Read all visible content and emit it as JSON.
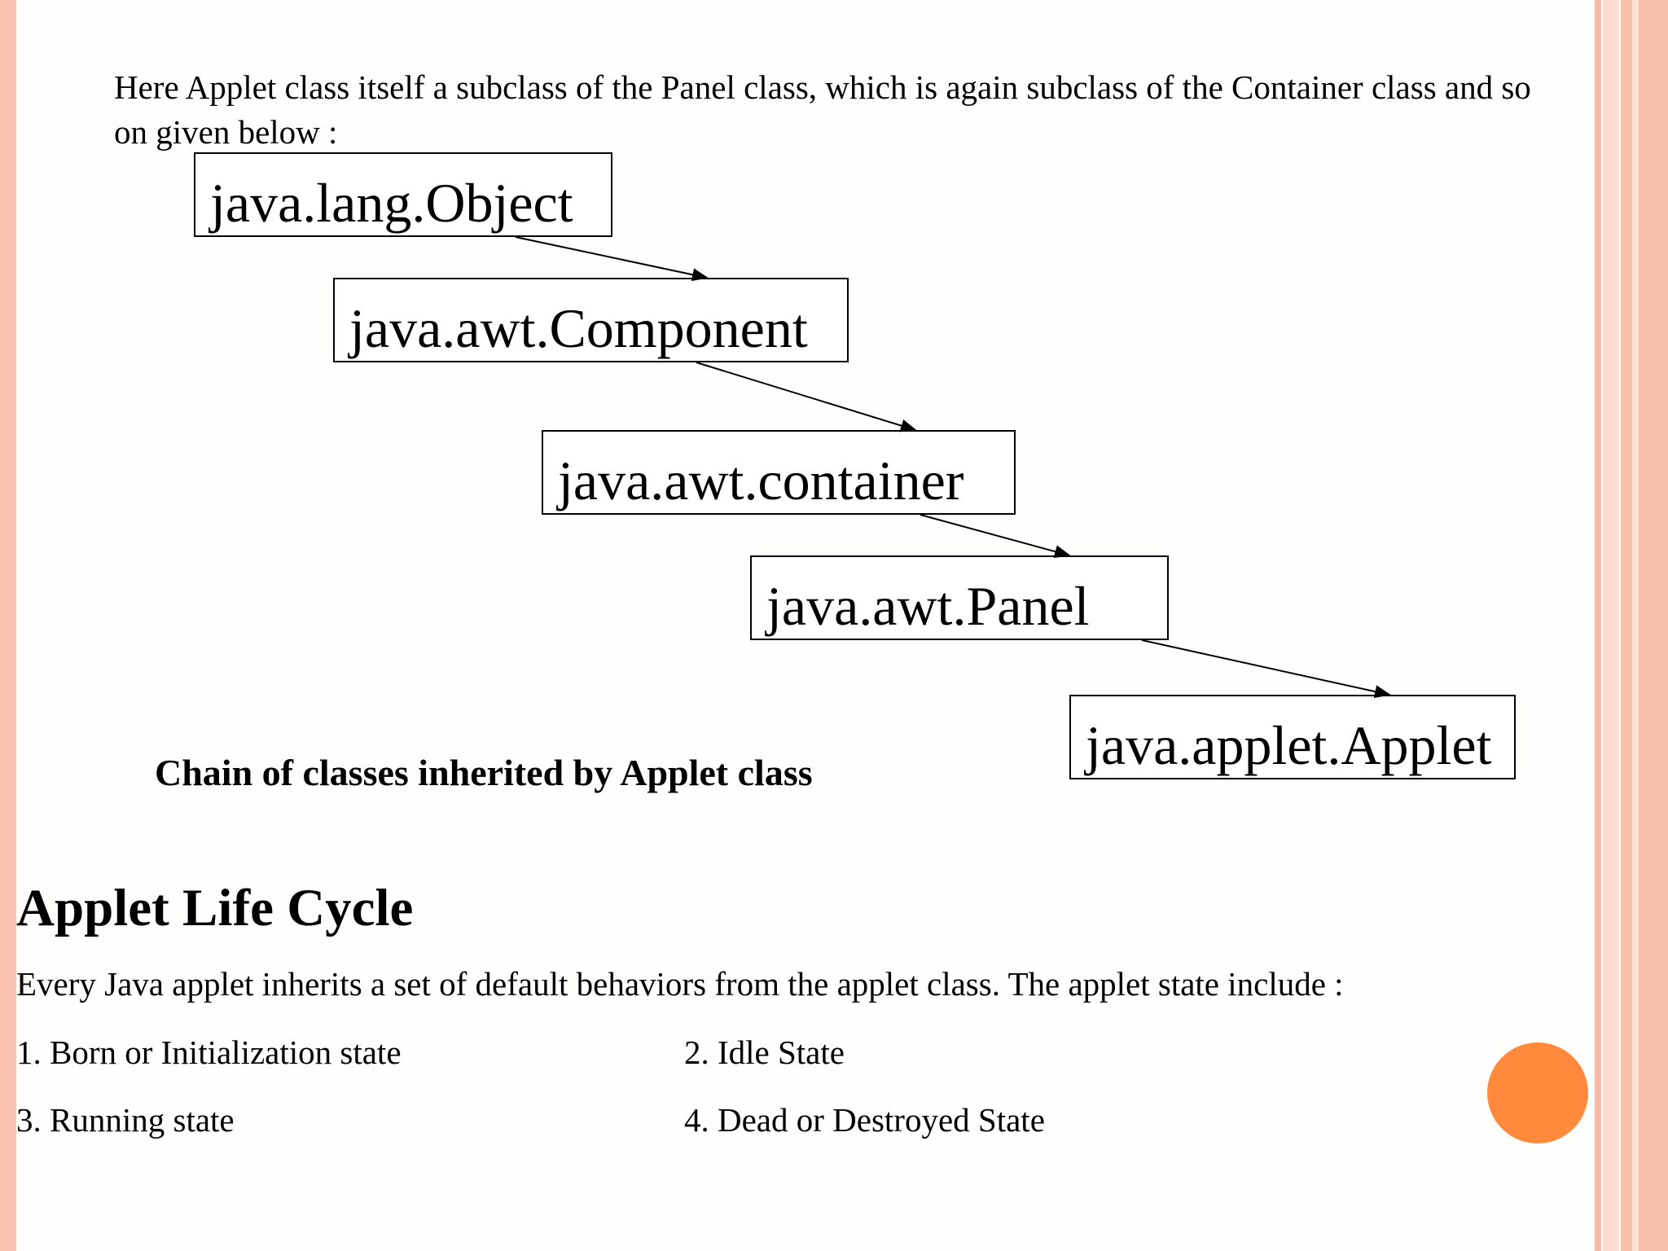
{
  "intro_text": "Here Applet class itself a subclass of the Panel class, which is again subclass of the Container class and so on given below :",
  "hierarchy": [
    "java.lang.Object",
    "java.awt.Component",
    "java.awt.container",
    "java.awt.Panel",
    "java.applet.Applet"
  ],
  "diagram_caption": "Chain of classes inherited by Applet class",
  "section_title": "Applet Life Cycle",
  "section_text": "Every Java applet inherits a set of default behaviors from the applet class. The applet state include :",
  "states": [
    "1. Born or Initialization state",
    "2. Idle State",
    "3. Running state",
    "4. Dead or Destroyed State"
  ],
  "colors": {
    "border_stripe": "#f8b9a6",
    "border_stripe_light": "#fbd3c4",
    "accent_circle": "#ff8a3c",
    "background": "#fffefd"
  }
}
